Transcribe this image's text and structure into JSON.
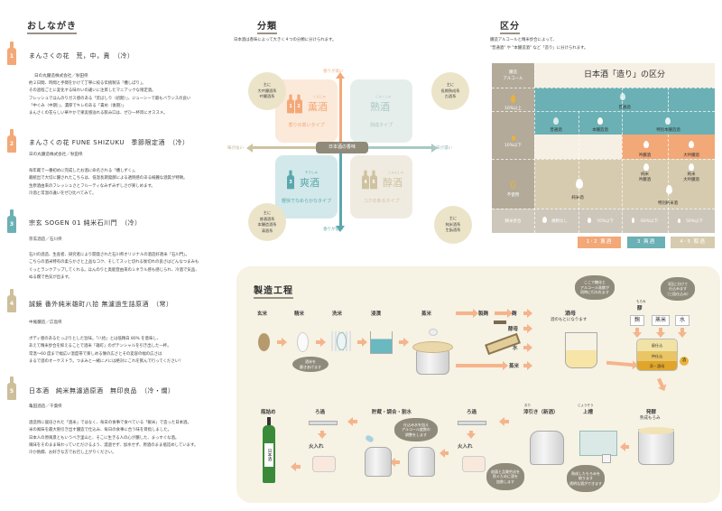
{
  "menu": {
    "title": "おしながき",
    "items": [
      {
        "num": "1",
        "color": "#f3a878",
        "name": "まんさくの花　荒，中，責　（冷）",
        "maker": "日の丸醸造株式会社／秋田県",
        "desc": [
          "約２日間、時間と手間をかけて丁寧に絞る伝統製法「槽しぼり」。",
          "その過程ごとに変化する味わいの違いに注目したマニアックな限定酒。",
          "フレッシュでほんのりガス感のある「荒ばしり（初期）」、ジューシーで最もバランスの良い",
          "「中ぐみ（中期）」、濃厚でキレのある「責め（後期）」",
          "まんさくの花らしい華やかで果実感溢れる飲み口は、ぜひ一杯目にオススメ。"
        ]
      },
      {
        "num": "2",
        "color": "#f3a878",
        "name": "まんさくの花 FUNE SHIZUKU　季節限定酒　（冷）",
        "maker": "日の丸醸造株式会社／秋田県",
        "desc": [
          "毎年蔵で一番初めに完成したお酒に命名される「槽しずく」。",
          "蔵統出で大切に醸されたこちらは、低温長期発酵による透明感のある綺麗な酒質が特徴。",
          "生原酒由来のフレッシュさとフルーティなみずみずしさが楽しめます。",
          "冷酒と常温の違いをぜひ比べてみて。"
        ]
      },
      {
        "num": "3",
        "color": "#6bb0b4",
        "name": "宗玄 SOGEN 01 純米石川門　（冷）",
        "maker": "宗玄酒造／石川県",
        "desc": [
          "石川の酒造、生産者、研究者により開発された石川県オリジナルの酒造好適米「石川門」。",
          "こちらの酒米特有の柔らかさと上品なコク、そしてスッと切れる後切れの良さはどんなつまみも",
          "ぐっとランクアップしてくれる。ほんのりと奥能登由来のミネラル感も感じられ、冷酒で気品、",
          "ぬる燗で色気が出ます。"
        ]
      },
      {
        "num": "4",
        "color": "#cdbf9a",
        "name": "誠鏡 番外純米雄町八拾 無濾過生詰原酒　（常）",
        "maker": "中尾醸造／広島県",
        "desc": [
          "ボディ感のあるたっぷりとした旨味。「八拾」とは低精白 80% を意味し、",
          "あえて精米歩合を抑えることで酒米「雄町」のポテンシャルを引き出した一杯。",
          "常温～60 度まで幅広い温度帯で楽しめる懐の広さとその変容の幅の広さは",
          "まるで酒のオーケストラ。つまみと一緒に〆には絶対にこれを飲んで行ってください！"
        ]
      },
      {
        "num": "5",
        "color": "#cdbf9a",
        "name": "日本酒　純米無濾過原酒　無印良品　（冷・燗）",
        "maker": "亀田酒造／千葉県",
        "desc": [
          "酒造用に栽培された「酒米」ではなく、毎日の食事で食べている「飯米」で造った日本酒。",
          "米の風味を最大限引き出す醸造で仕込み、毎日の食事に合う味を目指しました。",
          "日本人の原風景ともいうべき里山と、そこに生きる人の心が醸した、まっすぐな酒。",
          "風味をそのまま味わっていただけるよう、濾過せず、加水せず、原酒のまま瓶詰めしています。",
          "冷か熱燗、お好きな方でお召し上がりください。"
        ]
      }
    ]
  },
  "classification": {
    "title": "分類",
    "subtitle": "日本酒は香味によって大きく４つの分類に分けられます。",
    "center_label": "日本酒の香味",
    "axis": {
      "top": "香りが高い",
      "bottom": "香りが低い",
      "left": "味が淡い",
      "right": "味が濃い"
    },
    "quadrants": [
      {
        "nums": "1 2",
        "name": "薫酒",
        "ruby": "くんしゅ",
        "type": "香りの高いタイプ",
        "color": "#f3a878",
        "bg": "#fbe9d9"
      },
      {
        "nums": "",
        "name": "熟酒",
        "ruby": "じゅくしゅ",
        "type": "熟成タイプ",
        "color": "#a9c9c4",
        "bg": "#e6eeeb"
      },
      {
        "nums": "3",
        "name": "爽酒",
        "ruby": "そうしゅ",
        "type": "軽快でなめらかなタイプ",
        "color": "#5aa8ad",
        "bg": "#d3e8ea"
      },
      {
        "nums": "4 5",
        "name": "醇酒",
        "ruby": "じゅんしゅ",
        "type": "コクのあるタイプ",
        "color": "#cfc2a0",
        "bg": "#f0ebe0"
      }
    ],
    "bubbles": [
      {
        "lines": [
          "主に",
          "大吟醸酒系",
          "吟醸酒系"
        ]
      },
      {
        "lines": [
          "主に",
          "長期熟成系",
          "古酒系"
        ]
      },
      {
        "lines": [
          "主に",
          "普通酒系",
          "本醸造酒系",
          "清酒系"
        ]
      },
      {
        "lines": [
          "主に",
          "純米酒系",
          "生酛酒系"
        ]
      }
    ]
  },
  "kubun": {
    "title": "区分",
    "subtitle_1": "醸造アルコールと精米歩合によって、",
    "subtitle_2": "\"普通酒\" や \"本醸造酒\" など「造り」に分けられます。",
    "table_title": "日本酒「造り」の区分",
    "row_header": "醸造\nアルコール",
    "rows": [
      "10%以上",
      "10%以下",
      "不使用"
    ],
    "footer_label": "精米歩合",
    "footer_values": [
      "規制なし",
      "70%以下",
      "60%以下",
      "50%以下"
    ],
    "cells": {
      "futsushu_top": "普通酒",
      "futsushu": "普通酒",
      "honjozo": "本醸造酒",
      "tokubetsu_honjozo": "特別本醸造酒",
      "ginjo": "吟醸酒",
      "daiginjo": "大吟醸酒",
      "junmai": "純米酒",
      "junmai_ginjo": "純米\n吟醸酒",
      "junmai_daiginjo": "純米\n大吟醸酒",
      "tokubetsu_junmai": "特別純米酒"
    },
    "legend": [
      {
        "label": "1･2 薫酒",
        "color": "#f3a878"
      },
      {
        "label": "3 爽酒",
        "color": "#6bb0b4"
      },
      {
        "label": "4･5 醇酒",
        "color": "#d6cbae"
      }
    ]
  },
  "process": {
    "title": "製造工程",
    "steps_top": [
      "玄米",
      "精米",
      "洗米",
      "浸漬",
      "蒸米"
    ],
    "seimai_note": "酒米を\n磨きあげます",
    "koji_branch": {
      "seikiku": "製麹",
      "koji": "麹",
      "kobo": "酵母",
      "mizu": "水",
      "mushimai": "蒸米"
    },
    "shubo": {
      "label": "酒母",
      "sub": "酒のもとになります"
    },
    "moromi": {
      "ruby": "もろみ",
      "label": "醪",
      "boxes": [
        "麹",
        "蒸米",
        "水"
      ],
      "layers": [
        "留仕込",
        "仲仕込",
        "添・酒母"
      ],
      "side": "酒"
    },
    "note_heikou": "ここで糖化と\nアルコール発酵が\n同時に行われます",
    "note_sandan": "3回に分けて\n仕込みます\n（三段仕込み）",
    "steps_bottom": {
      "hakko": "発酵",
      "hakko_sub": "熟成もろみ",
      "joso": "上槽",
      "joso_ruby": "じょうそう",
      "oribiki": "滓引き（新酒）",
      "oribiki_ruby": "おり",
      "roka1": "ろ過",
      "hiire1": "火入れ",
      "chozo": "貯蔵・調合・割水",
      "roka2": "ろ過",
      "hiire2": "火入れ",
      "binzume": "瓶詰め"
    },
    "note_joso": "熟成したもろみを\n絞ります\n透明な酒ができます",
    "note_hiire": "殺菌と品質劣化を\n防ぐために酒を\n加熱します",
    "note_warimizu": "仕込み水を加え\nアルコール度数の\n調整をします",
    "bottle_label": "日本酒"
  }
}
